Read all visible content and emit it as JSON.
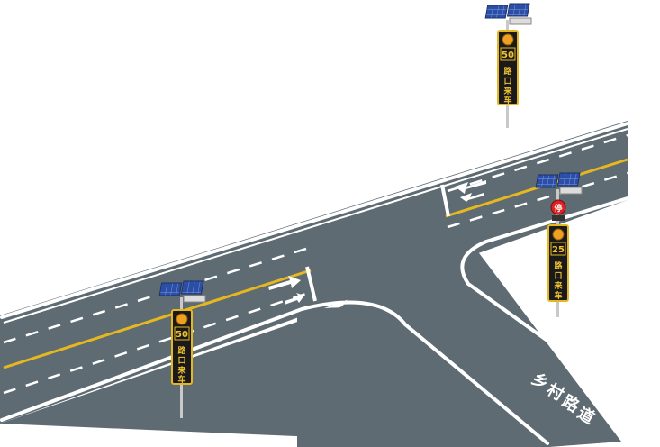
{
  "road_name_chars": [
    "乡",
    "村",
    "路",
    "道"
  ],
  "signs": [
    {
      "id": "top",
      "speed": "50",
      "lines": [
        "路",
        "口",
        "来",
        "车"
      ],
      "stop_light": false,
      "stop_char": ""
    },
    {
      "id": "left",
      "speed": "50",
      "lines": [
        "路",
        "口",
        "来",
        "车"
      ],
      "stop_light": false,
      "stop_char": ""
    },
    {
      "id": "right",
      "speed": "25",
      "lines": [
        "路",
        "口",
        "来",
        "车"
      ],
      "stop_light": true,
      "stop_char": "停"
    }
  ],
  "colors": {
    "asphalt": "#5e6b72",
    "edge_line": "#ffffff",
    "center_line": "#e6b820",
    "sign_body": "#1a1a1a",
    "sign_border": "#e6b820",
    "amber_light": "#f0a020",
    "stop_light": "#e02020",
    "solar_panel": "#2b4fa8"
  }
}
